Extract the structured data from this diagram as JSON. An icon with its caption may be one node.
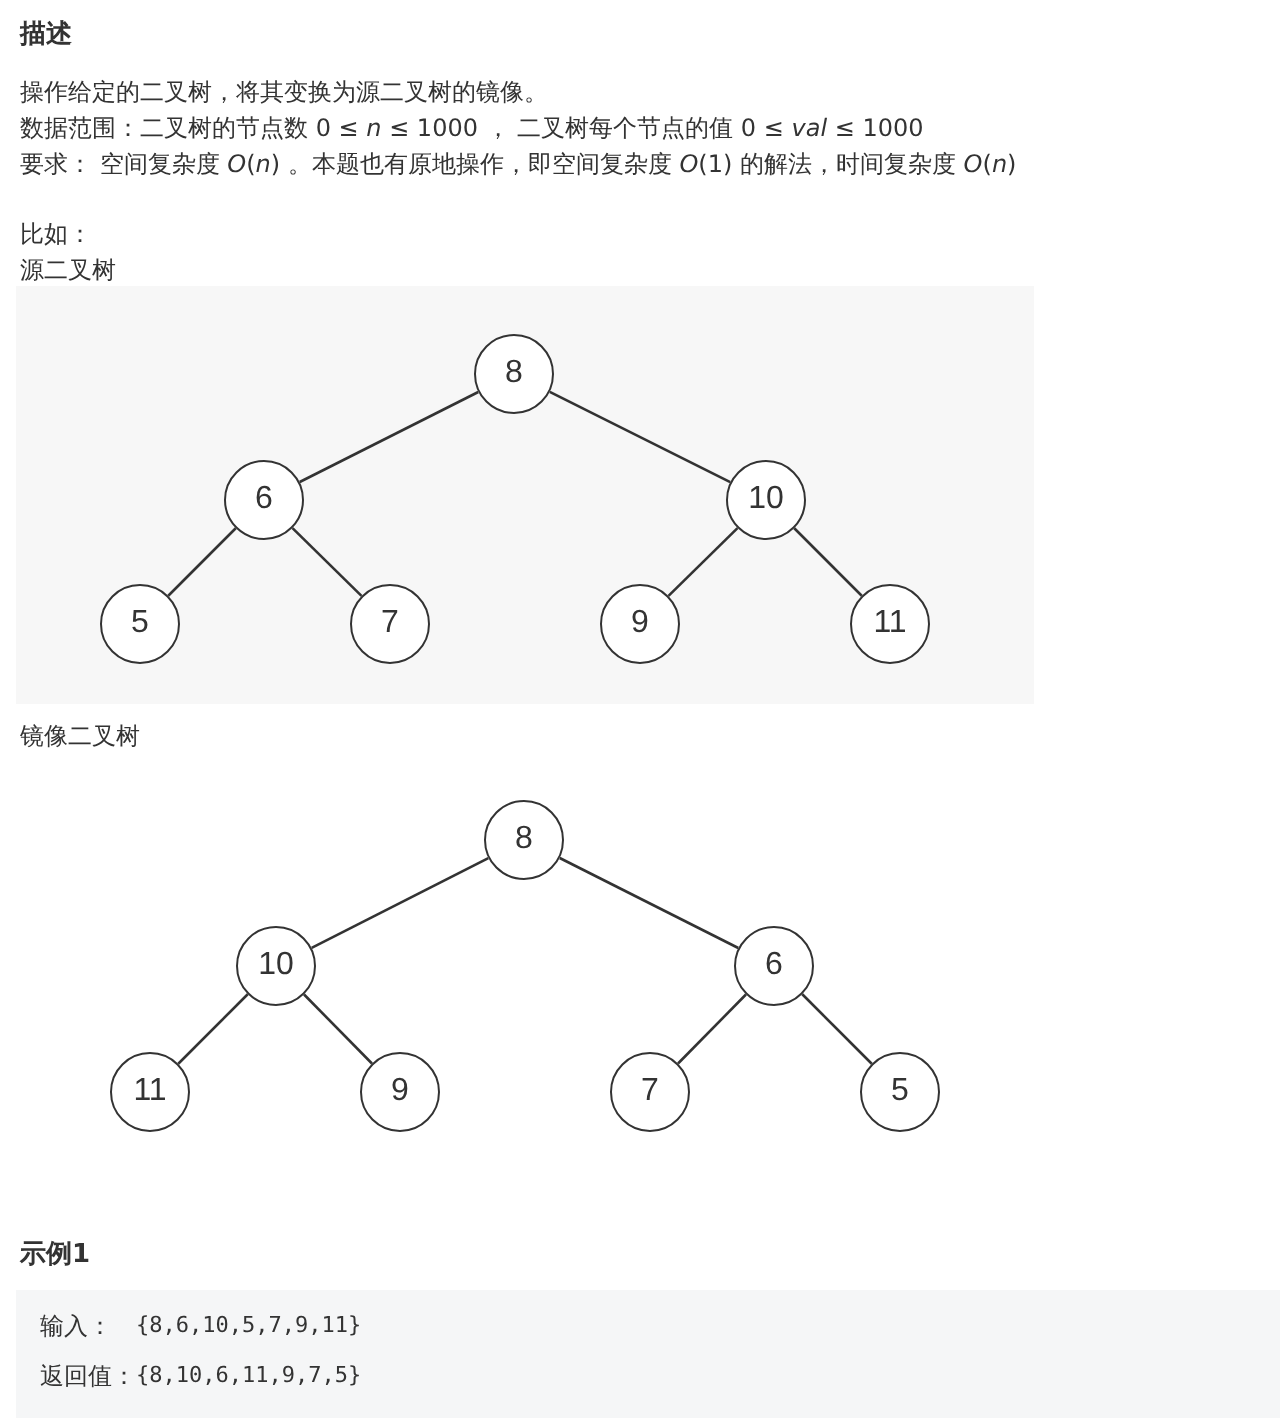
{
  "diagram": {
    "nodes": [
      {
        "text": [
          "8"
        ]
      },
      {
        "text": [
          "6"
        ]
      },
      {
        "text": [
          "10"
        ]
      },
      {
        "text": [
          "5"
        ]
      },
      {
        "text": [
          "7"
        ]
      },
      {
        "text": [
          "9"
        ]
      },
      {
        "text": [
          "11"
        ]
      },
      {
        "text": [
          "8"
        ]
      },
      {
        "text": [
          "10"
        ]
      },
      {
        "text": [
          "6"
        ]
      },
      {
        "text": [
          "11"
        ]
      },
      {
        "text": [
          "9"
        ]
      },
      {
        "text": [
          "7"
        ]
      },
      {
        "text": [
          "5"
        ]
      }
    ],
    "edges": [
      {
        "from": 0,
        "to": 1,
        "arrow": "none"
      },
      {
        "from": 0,
        "to": 2,
        "arrow": "none"
      },
      {
        "from": 1,
        "to": 3,
        "arrow": "none"
      },
      {
        "from": 1,
        "to": 4,
        "arrow": "none"
      },
      {
        "from": 2,
        "to": 5,
        "arrow": "none"
      },
      {
        "from": 2,
        "to": 6,
        "arrow": "none"
      },
      {
        "from": 7,
        "to": 8,
        "arrow": "none"
      },
      {
        "from": 7,
        "to": 9,
        "arrow": "none"
      },
      {
        "from": 8,
        "to": 10,
        "arrow": "none"
      },
      {
        "from": 8,
        "to": 11,
        "arrow": "none"
      },
      {
        "from": 9,
        "to": 12,
        "arrow": "none"
      },
      {
        "from": 9,
        "to": 13,
        "arrow": "none"
      }
    ],
    "labels": [
      "描述",
      "操作给定的二叉树，将其变换为源二叉树的镜像。",
      "数据范围：二叉树的节点数 0 ≤ *n* ≤ 1000 ， 二叉树每个节点的值 0 ≤ *val* ≤ 1000",
      "要求： 空间复杂度 *O*(*n*) 。本题也有原地操作，即空间复杂度 *O*(1) 的解法，时间复杂度 *O*(*n*)",
      "比如：",
      "源二叉树",
      "镜像二叉树",
      "示例1",
      "输入：",
      "{8,6,10,5,7,9,11}",
      "返回值：",
      "{8,10,6,11,9,7,5}"
    ]
  }
}
